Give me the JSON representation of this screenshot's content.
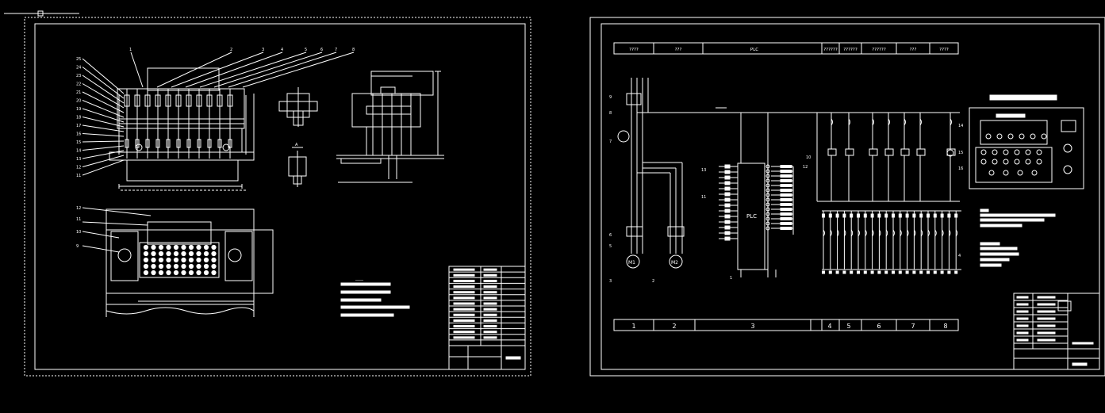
{
  "left_sheet": {
    "part_callouts": [
      "1",
      "2",
      "3",
      "4",
      "5",
      "6",
      "7",
      "8",
      "9",
      "10",
      "11",
      "12",
      "13",
      "14",
      "15",
      "16",
      "17",
      "18",
      "19",
      "20",
      "21",
      "22",
      "23",
      "24",
      "25"
    ],
    "detail_label": "A",
    "title_block_rows": 14
  },
  "right_sheet": {
    "header_cells": [
      "????",
      "???",
      "PLC",
      "??????",
      "??????",
      "??????",
      "???",
      "????"
    ],
    "footer_cells": [
      "1",
      "2",
      "3",
      "4",
      "5",
      "6",
      "7",
      "8"
    ],
    "plc_label": "PLC",
    "motor_labels": [
      "M1",
      "M2"
    ],
    "callouts": [
      "1",
      "2",
      "3",
      "4",
      "5",
      "6",
      "7",
      "8",
      "9",
      "10",
      "11",
      "12",
      "13",
      "14",
      "15",
      "16"
    ]
  },
  "colors": {
    "background": "#000000",
    "line": "#ffffff",
    "accent_yellow": "#ffff00",
    "accent_cyan": "#00ffff"
  }
}
